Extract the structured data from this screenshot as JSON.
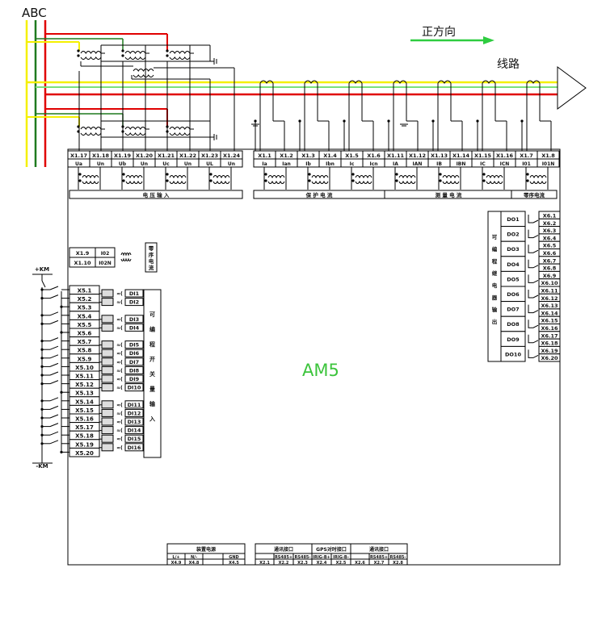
{
  "phases": "ABC",
  "direction_label": "正方向",
  "line_label": "线路",
  "device_name": "AM5",
  "colors": {
    "phase_a": "#f5f000",
    "phase_b": "#1f7a1f",
    "phase_c": "#e00000",
    "neutral": "#7be07b",
    "arrow": "#2ecc40",
    "device": "#3cc43c",
    "line": "#000000"
  },
  "top_terminals": {
    "left": [
      [
        "X1.17",
        "Ua"
      ],
      [
        "X1.18",
        "Un"
      ],
      [
        "X1.19",
        "Ub"
      ],
      [
        "X1.20",
        "Un"
      ],
      [
        "X1.21",
        "Uc"
      ],
      [
        "X1.22",
        "Un"
      ],
      [
        "X1.23",
        "UL"
      ],
      [
        "X1.24",
        "Un"
      ]
    ],
    "right": [
      [
        "X1.1",
        "Ia"
      ],
      [
        "X1.2",
        "Ian"
      ],
      [
        "X1.3",
        "Ib"
      ],
      [
        "X1.4",
        "Ibn"
      ],
      [
        "X1.5",
        "Ic"
      ],
      [
        "X1.6",
        "Icn"
      ],
      [
        "X1.11",
        "IA"
      ],
      [
        "X1.12",
        "IAN"
      ],
      [
        "X1.13",
        "IB"
      ],
      [
        "X1.14",
        "IBN"
      ],
      [
        "X1.15",
        "IC"
      ],
      [
        "X1.16",
        "ICN"
      ],
      [
        "X1.7",
        "I01"
      ],
      [
        "X1.8",
        "I01N"
      ]
    ],
    "groups": [
      "电 压 输 入",
      "保 护 电 流",
      "测 量 电 流",
      "零序电流"
    ]
  },
  "zero_seq": {
    "rows": [
      [
        "X1.9",
        "I02"
      ],
      [
        "X1.10",
        "I02N"
      ]
    ],
    "label": "零序电流"
  },
  "di": {
    "plus": "+KM",
    "minus": "-KM",
    "terminals": [
      "X5.1",
      "X5.2",
      "X5.3",
      "X5.4",
      "X5.5",
      "X5.6",
      "X5.7",
      "X5.8",
      "X5.9",
      "X5.10",
      "X5.11",
      "X5.12",
      "X5.13",
      "X5.14",
      "X5.15",
      "X5.16",
      "X5.17",
      "X5.18",
      "X5.19",
      "X5.20"
    ],
    "inputs": [
      "DI1",
      "DI2",
      "DI3",
      "DI4",
      "DI5",
      "DI6",
      "DI7",
      "DI8",
      "DI9",
      "DI10",
      "DI11",
      "DI12",
      "DI13",
      "DI14",
      "DI15",
      "DI16"
    ],
    "block_label": "可编程开关量输入"
  },
  "do": {
    "outputs": [
      "DO1",
      "DO2",
      "DO3",
      "DO4",
      "DO5",
      "DO6",
      "DO7",
      "DO8",
      "DO9",
      "DO10"
    ],
    "terminals": [
      "X6.1",
      "X6.2",
      "X6.3",
      "X6.4",
      "X6.5",
      "X6.6",
      "X6.7",
      "X6.8",
      "X6.9",
      "X6.10",
      "X6.11",
      "X6.12",
      "X6.13",
      "X6.14",
      "X6.15",
      "X6.16",
      "X6.17",
      "X6.18",
      "X6.19",
      "X6.20"
    ],
    "block_label": "可编程继电器输出"
  },
  "bottom": {
    "power": {
      "title": "装置电源",
      "cols": [
        "L/+",
        "N/-",
        "",
        "GND"
      ],
      "terms": [
        "X4.9",
        "X4.8",
        "",
        "X4.5"
      ]
    },
    "comm1": {
      "title": "通讯接口",
      "cols": [
        "",
        "RS485+",
        "RS485-"
      ],
      "terms": [
        "X2.1",
        "X2.2",
        "X2.3"
      ]
    },
    "gps": {
      "title": "GPS对时接口",
      "cols": [
        "IRIG-B+",
        "IRIG-B-"
      ],
      "terms": [
        "X2.4",
        "X2.5"
      ]
    },
    "comm2": {
      "title": "通讯接口",
      "cols": [
        "",
        "RS485+",
        "RS485-"
      ],
      "terms": [
        "X2.6",
        "X2.7",
        "X2.8"
      ]
    }
  }
}
